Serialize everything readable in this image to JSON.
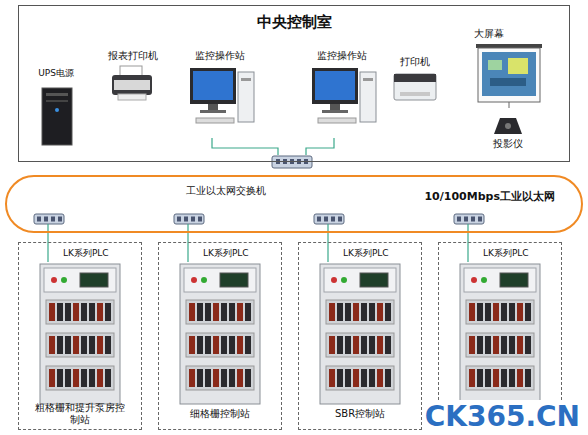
{
  "diagram": {
    "nodes": [
      {
        "text": [
          "中央控制室"
        ]
      },
      {
        "text": [
          "UPS电源"
        ],
        "in": 0
      },
      {
        "text": [
          "报表打印机"
        ],
        "in": 0
      },
      {
        "text": [
          "监控操作站"
        ],
        "in": 0
      },
      {
        "text": [
          "监控操作站"
        ],
        "in": 0
      },
      {
        "text": [
          "打印机"
        ],
        "in": 0
      },
      {
        "text": [
          "大屏幕"
        ],
        "in": 0
      },
      {
        "text": [
          "投影仪"
        ],
        "in": 0
      },
      {
        "text": [
          "10/100Mbps工业以太网"
        ]
      },
      {
        "text": [
          "工业以太网交换机"
        ],
        "in": 8
      },
      {
        "text": [
          "LK系列PLC",
          "粗格栅和提升泵房控制站"
        ]
      },
      {
        "text": [
          "LK系列PLC",
          "细格栅控制站"
        ]
      },
      {
        "text": [
          "LK系列PLC",
          "SBR控制站"
        ]
      },
      {
        "text": [
          "LK系列PLC"
        ]
      }
    ],
    "edges": [
      {
        "from": 3,
        "to": 9,
        "arrow": "none"
      },
      {
        "from": 4,
        "to": 9,
        "arrow": "none"
      },
      {
        "from": 8,
        "to": 10,
        "arrow": "none"
      },
      {
        "from": 8,
        "to": 11,
        "arrow": "none"
      },
      {
        "from": 8,
        "to": 12,
        "arrow": "none"
      },
      {
        "from": 8,
        "to": 13,
        "arrow": "none"
      }
    ],
    "labels": [
      "CK365.CN"
    ]
  }
}
